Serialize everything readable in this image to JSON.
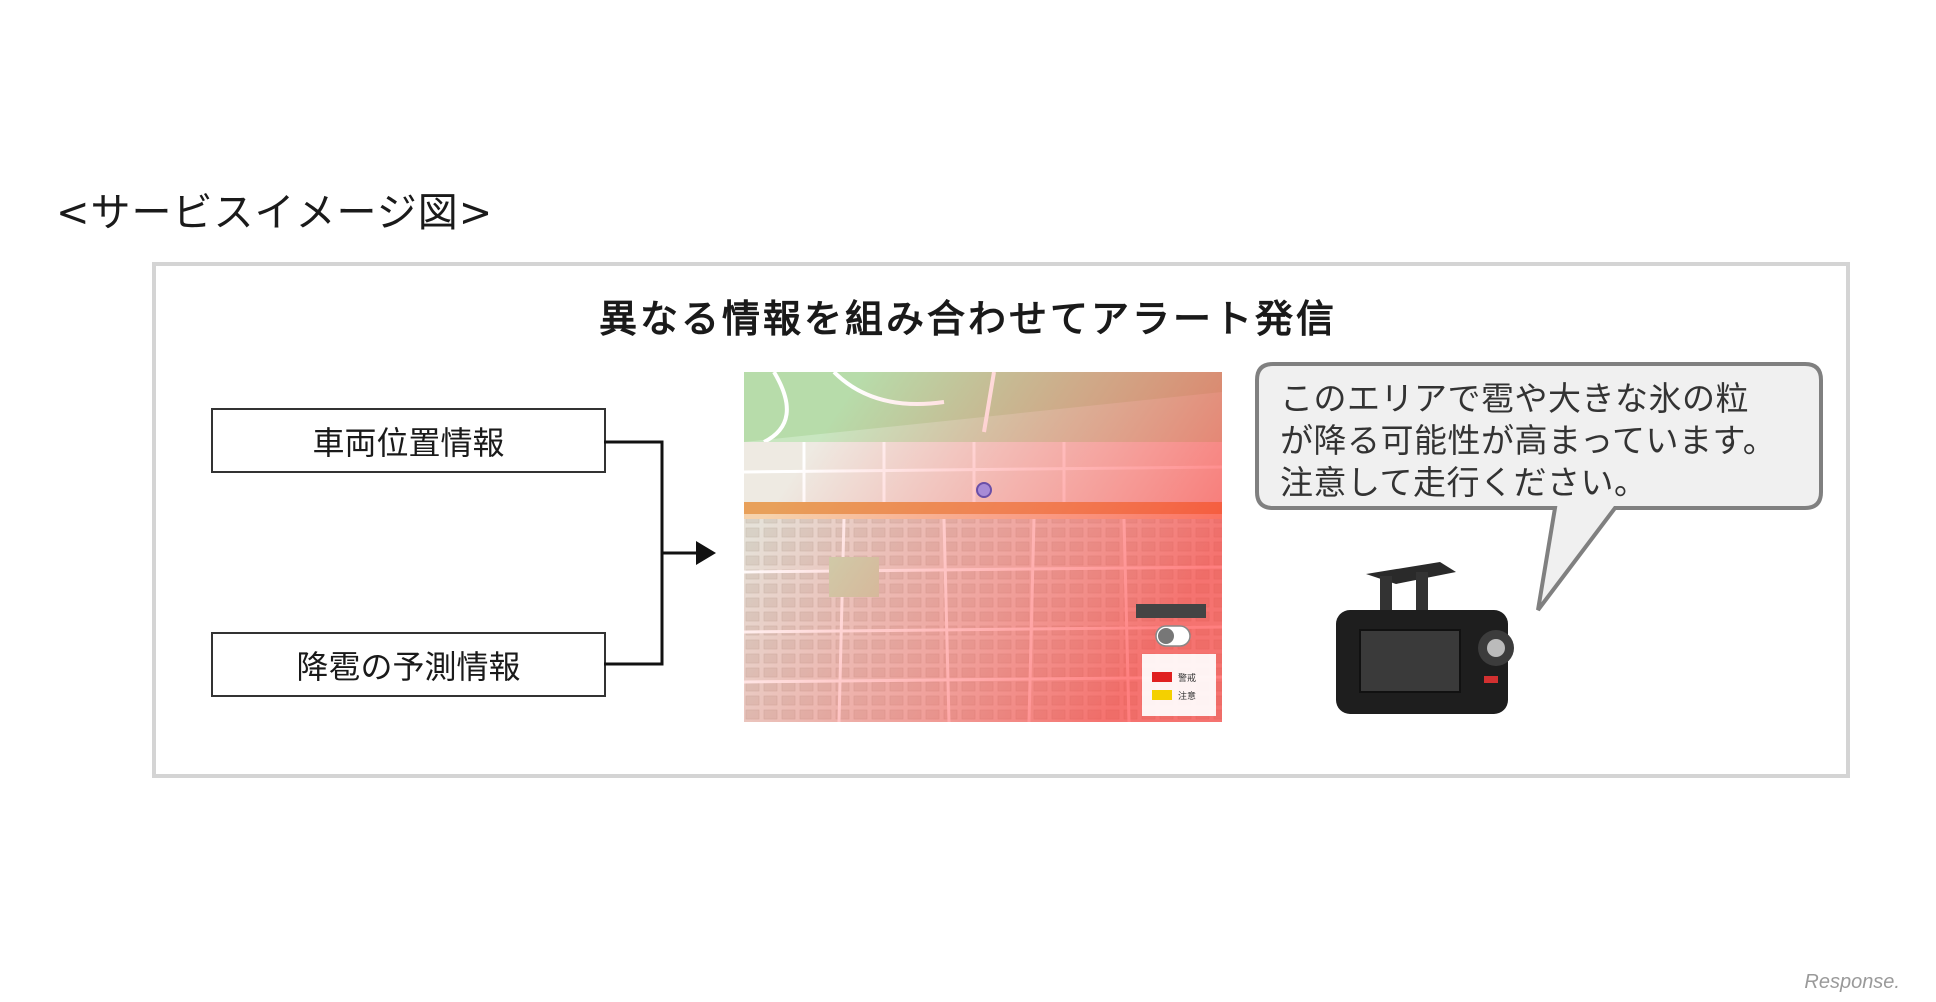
{
  "header": {
    "title": "<サービスイメージ図>"
  },
  "panel": {
    "title": "異なる情報を組み合わせてアラート発信",
    "inputs": [
      "車両位置情報",
      "降雹の予測情報"
    ]
  },
  "alert_message": {
    "lines": [
      "このエリアで雹や大きな氷の粒",
      "が降る可能性が高まっています。",
      "注意して走行ください。"
    ]
  },
  "map": {
    "legend": [
      "警戒",
      "注意"
    ],
    "colors": {
      "warning": "#e02020",
      "caution": "#f4d000",
      "highway": "#e8a05a",
      "park": "#bfe3b0"
    }
  },
  "watermark": "Response."
}
